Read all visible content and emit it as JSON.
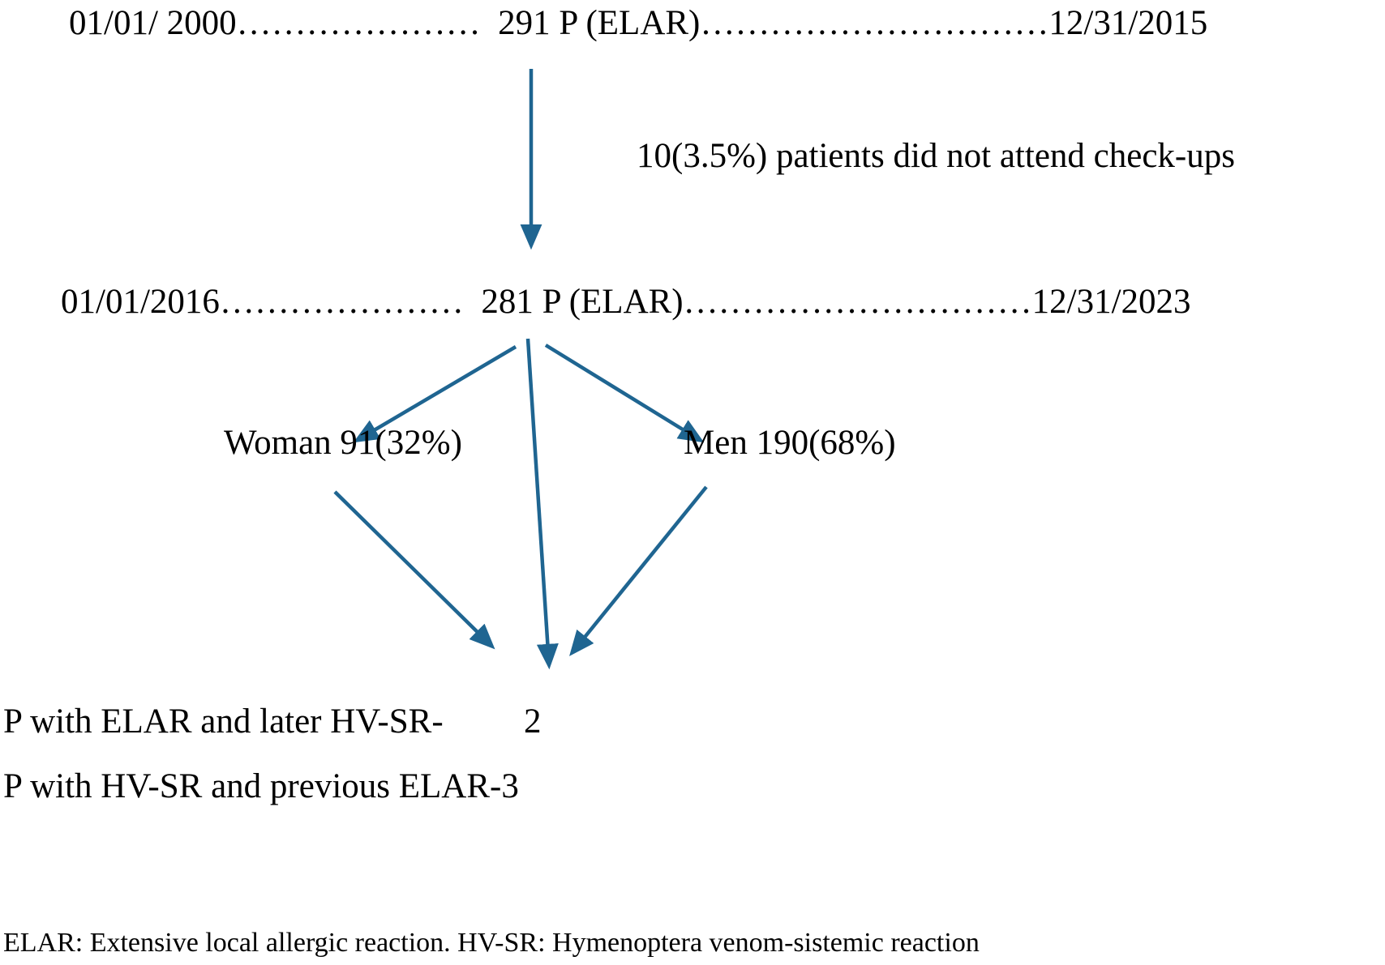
{
  "colors": {
    "arrow": "#1f6591",
    "text": "#000000",
    "background": "#ffffff"
  },
  "diagram": {
    "timeline_top": {
      "start_date": "01/01/ 2000",
      "cohort": "291 P (ELAR)",
      "end_date": "12/31/2015",
      "text": "01/01/ 2000…………………  291 P (ELAR)…………………………12/31/2015"
    },
    "dropout_note": "10(3.5%) patients did not attend check-ups",
    "timeline_bottom": {
      "start_date": "01/01/2016",
      "cohort": "281 P (ELAR)",
      "end_date": "12/31/2023",
      "text": "01/01/2016…………………  281 P (ELAR)…………………………12/31/2023"
    },
    "woman_label": "Woman 91(32%)",
    "men_label": "Men 190(68%)",
    "elar_later_hvsr_label": "P with ELAR and later HV-SR-",
    "elar_later_hvsr_count": "2",
    "hvsr_previous_elar_label": "P with HV-SR and previous ELAR-3",
    "footnote": "ELAR: Extensive local allergic reaction. HV-SR: Hymenoptera venom-sistemic reaction"
  }
}
